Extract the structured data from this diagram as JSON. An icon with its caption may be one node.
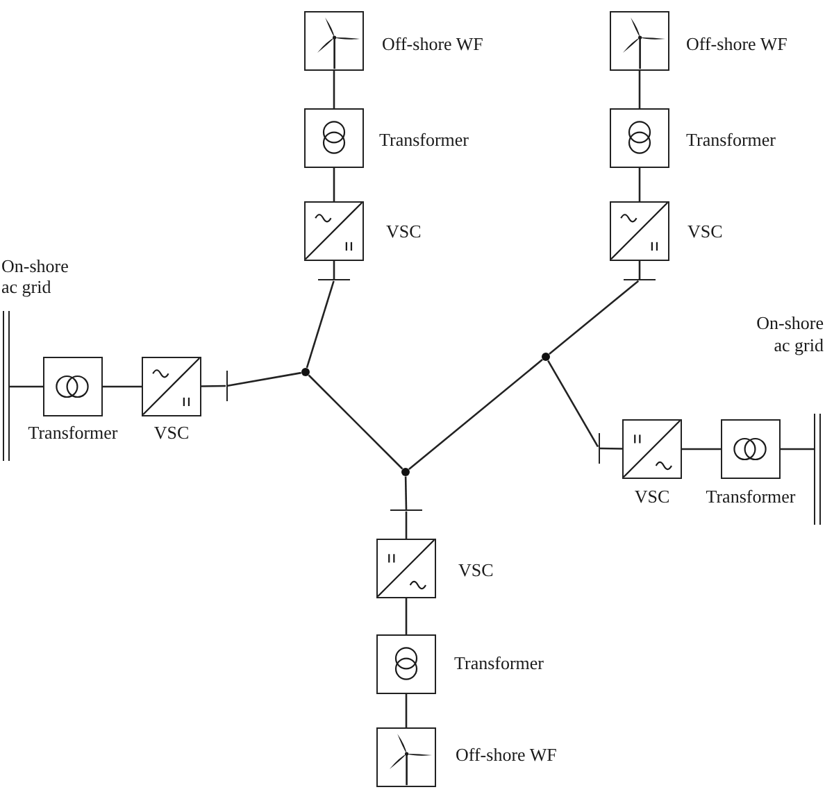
{
  "diagram": {
    "nodes": [
      {
        "text": [],
        "shape": "box",
        "beside": [
          "Off-shore WF"
        ]
      },
      {
        "text": [],
        "shape": "box",
        "beside": [
          "Transformer"
        ]
      },
      {
        "text": [],
        "shape": "box",
        "beside": [
          "VSC"
        ]
      },
      {
        "text": [],
        "shape": "bar"
      },
      {
        "text": [],
        "shape": "box",
        "beside": [
          "Off-shore WF"
        ]
      },
      {
        "text": [],
        "shape": "box",
        "beside": [
          "Transformer"
        ]
      },
      {
        "text": [],
        "shape": "box",
        "beside": [
          "VSC"
        ]
      },
      {
        "text": [],
        "shape": "bar"
      },
      {
        "text": [],
        "shape": "bar",
        "beside": [
          "On-shore ac grid"
        ]
      },
      {
        "text": [],
        "shape": "box",
        "beside": [
          "Transformer"
        ]
      },
      {
        "text": [],
        "shape": "box",
        "beside": [
          "VSC"
        ]
      },
      {
        "text": [],
        "shape": "bar"
      },
      {
        "text": [],
        "shape": "circle"
      },
      {
        "text": [],
        "shape": "circle"
      },
      {
        "text": [],
        "shape": "bar",
        "beside": [
          "On-shore ac grid"
        ]
      },
      {
        "text": [],
        "shape": "bar"
      },
      {
        "text": [],
        "shape": "box",
        "beside": [
          "VSC"
        ]
      },
      {
        "text": [],
        "shape": "box",
        "beside": [
          "Transformer"
        ]
      },
      {
        "text": [],
        "shape": "circle"
      },
      {
        "text": [],
        "shape": "bar"
      },
      {
        "text": [],
        "shape": "box",
        "beside": [
          "VSC"
        ]
      },
      {
        "text": [],
        "shape": "box",
        "beside": [
          "Transformer"
        ]
      },
      {
        "text": [],
        "shape": "box",
        "beside": [
          "Off-shore WF"
        ]
      }
    ],
    "edges": [
      {
        "from": 0,
        "to": 1,
        "arrow": "none"
      },
      {
        "from": 1,
        "to": 2,
        "arrow": "none"
      },
      {
        "from": 2,
        "to": 3,
        "arrow": "none"
      },
      {
        "from": 3,
        "to": 12,
        "arrow": "none"
      },
      {
        "from": 4,
        "to": 5,
        "arrow": "none"
      },
      {
        "from": 5,
        "to": 6,
        "arrow": "none"
      },
      {
        "from": 6,
        "to": 7,
        "arrow": "none"
      },
      {
        "from": 7,
        "to": 13,
        "arrow": "none"
      },
      {
        "from": 8,
        "to": 9,
        "arrow": "none"
      },
      {
        "from": 9,
        "to": 10,
        "arrow": "none"
      },
      {
        "from": 10,
        "to": 11,
        "arrow": "none"
      },
      {
        "from": 11,
        "to": 12,
        "arrow": "none"
      },
      {
        "from": 12,
        "to": 18,
        "arrow": "none"
      },
      {
        "from": 18,
        "to": 13,
        "arrow": "none"
      },
      {
        "from": 13,
        "to": 15,
        "arrow": "none"
      },
      {
        "from": 15,
        "to": 16,
        "arrow": "none"
      },
      {
        "from": 16,
        "to": 17,
        "arrow": "none"
      },
      {
        "from": 17,
        "to": 14,
        "arrow": "none"
      },
      {
        "from": 18,
        "to": 19,
        "arrow": "none"
      },
      {
        "from": 19,
        "to": 20,
        "arrow": "none"
      },
      {
        "from": 20,
        "to": 21,
        "arrow": "none"
      },
      {
        "from": 21,
        "to": 22,
        "arrow": "none"
      }
    ]
  }
}
